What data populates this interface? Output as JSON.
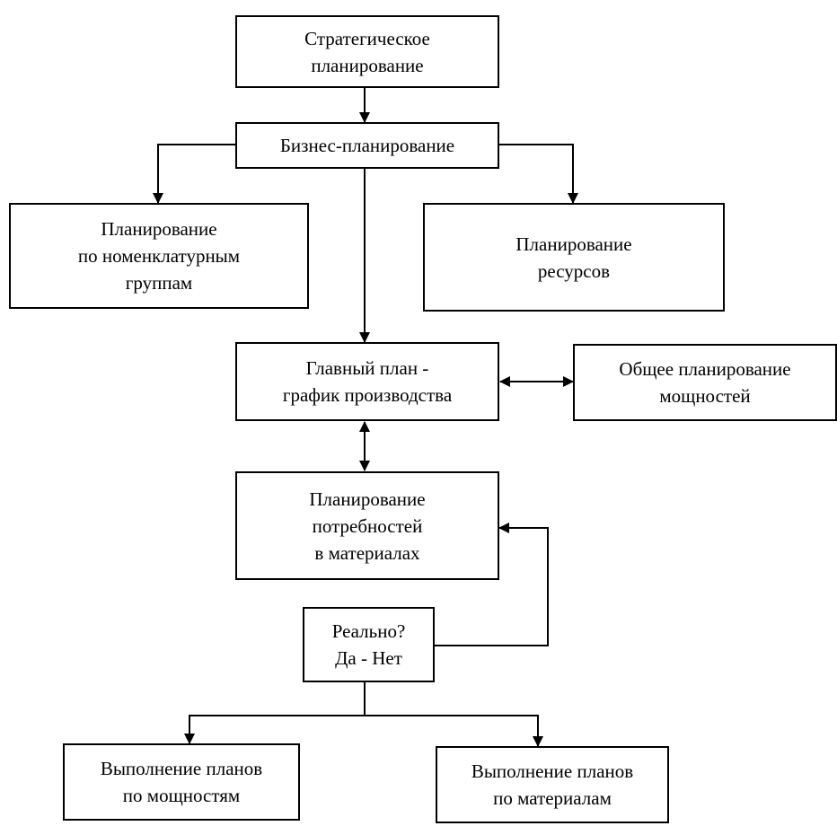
{
  "nodes": {
    "strategic": "Стратегическое\nпланирование",
    "business": "Бизнес-планирование",
    "nomenclature": "Планирование\nпо номенклатурным\nгруппам",
    "resources": "Планирование\nресурсов",
    "master": "Главный план -\nграфик производства",
    "capacity": "Общее планирование\nмощностей",
    "materials_req": "Планирование\nпотребностей\nв материалах",
    "decision": "Реально?\nДа - Нет",
    "exec_capacity": "Выполнение планов\nпо мощностям",
    "exec_materials": "Выполнение планов\nпо материалам"
  },
  "colors": {
    "line": "#000000",
    "box_border": "#000000"
  }
}
